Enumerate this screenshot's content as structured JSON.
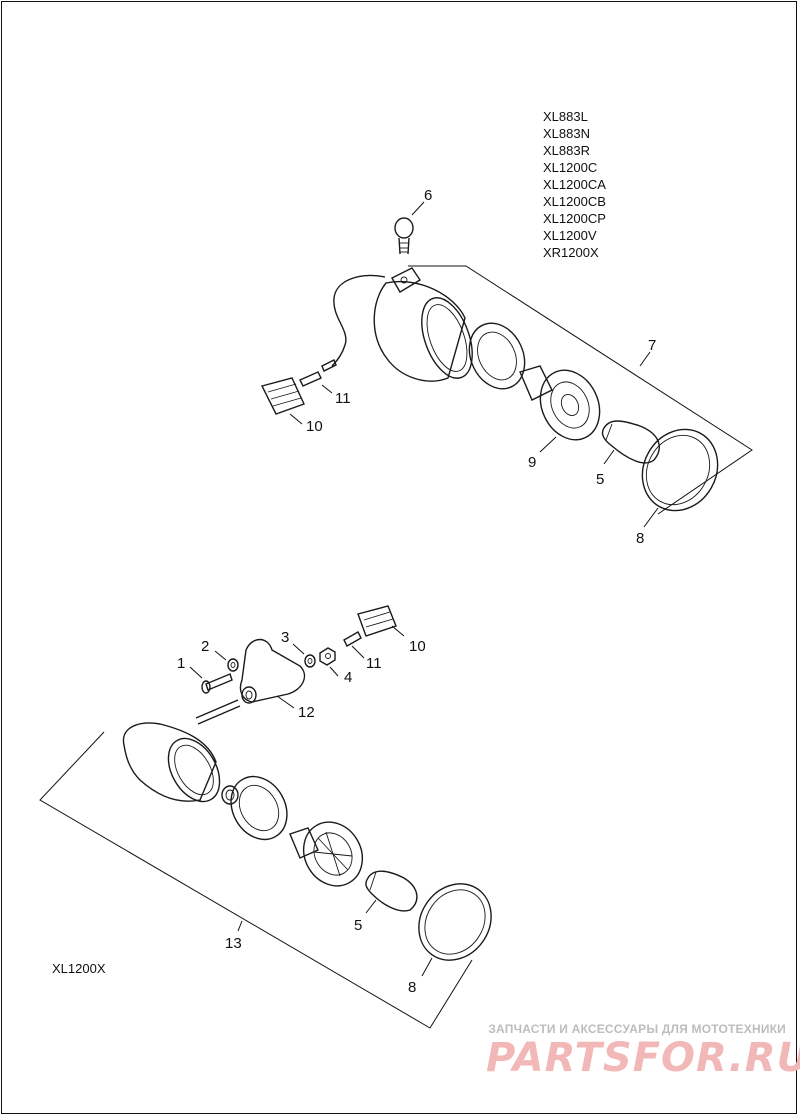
{
  "models_top": [
    "XL883L",
    "XL883N",
    "XL883R",
    "XL1200C",
    "XL1200CA",
    "XL1200CB",
    "XL1200CP",
    "XL1200V",
    "XR1200X"
  ],
  "model_bottom": "XL1200X",
  "callouts_top": {
    "c6": "6",
    "c7": "7",
    "c11": "11",
    "c10": "10",
    "c9": "9",
    "c5": "5",
    "c8": "8"
  },
  "callouts_bottom": {
    "c1": "1",
    "c2": "2",
    "c3": "3",
    "c4": "4",
    "c10": "10",
    "c11": "11",
    "c12": "12",
    "c13": "13",
    "c5": "5",
    "c8": "8"
  },
  "watermark": {
    "tagline": "ЗАПЧАСТИ И АКСЕССУАРЫ ДЛЯ МОТОТЕХНИКИ",
    "logo_text": "PARTSFOR.RU",
    "color": "#f2b7b7"
  }
}
